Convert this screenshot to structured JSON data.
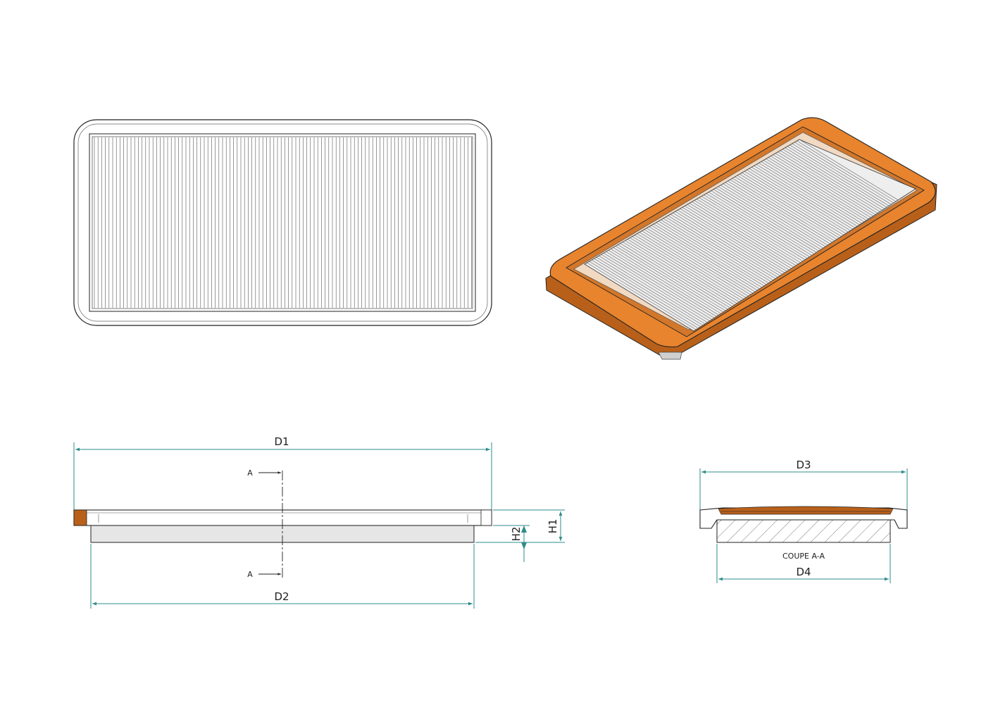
{
  "colors": {
    "frame_orange": "#e8842e",
    "frame_orange_dark": "#b8601a",
    "frame_brown": "#8b4a16",
    "dimension": "#2e8b8b",
    "outline": "#222222",
    "media_grey": "#e6e6e6"
  },
  "dimensions": {
    "d1": "D1",
    "d2": "D2",
    "d3": "D3",
    "d4": "D4",
    "h1": "H1",
    "h2": "H2"
  },
  "section": {
    "marker_top": "A",
    "marker_bottom": "A",
    "caption": "COUPE A-A"
  }
}
